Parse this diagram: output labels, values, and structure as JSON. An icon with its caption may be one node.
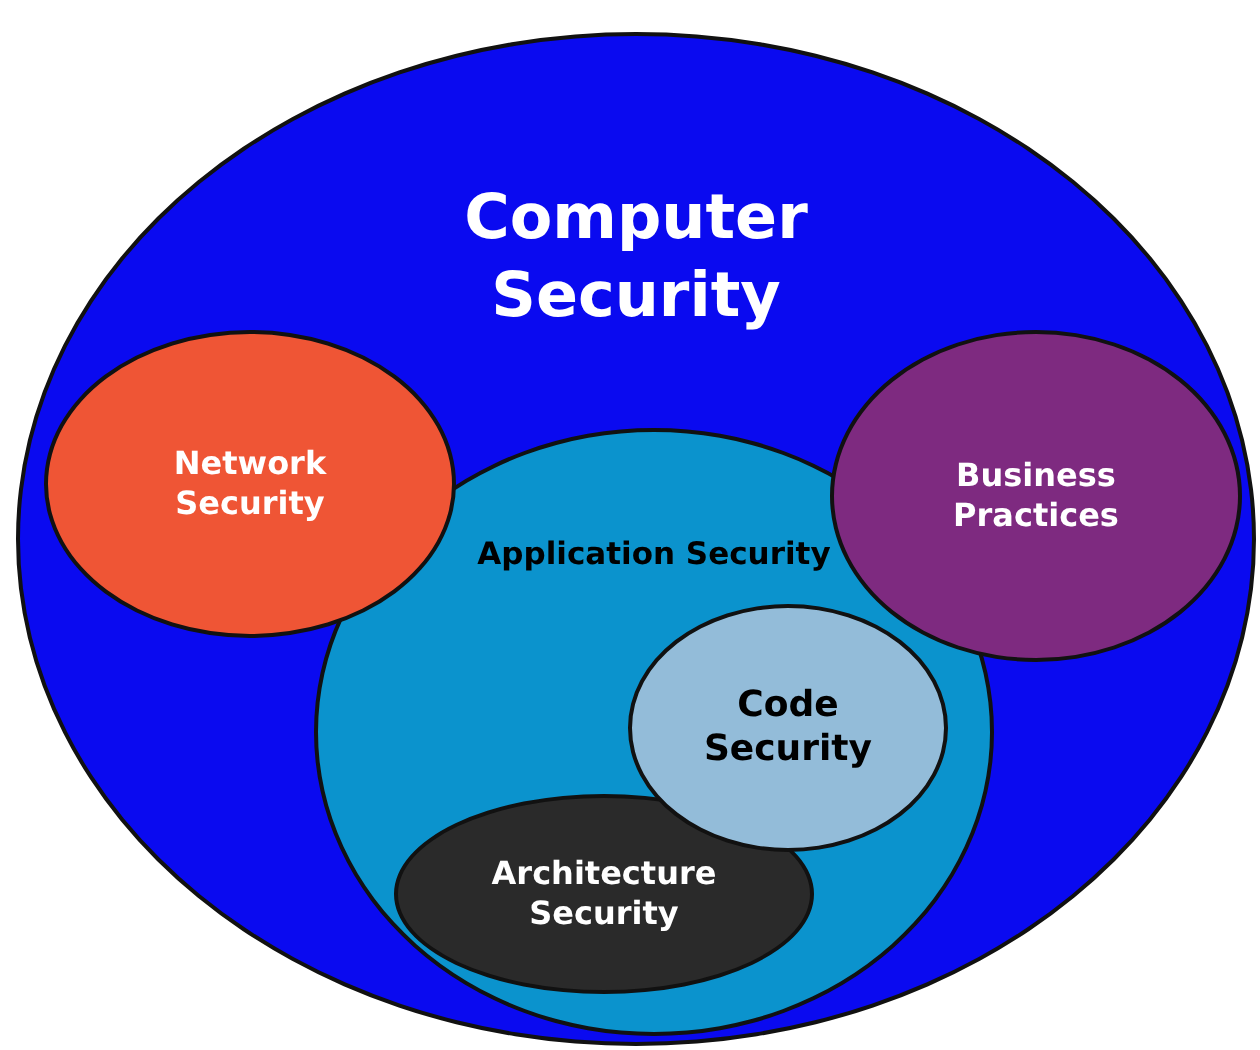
{
  "diagram": {
    "nodes": [
      {
        "text": [
          "Computer Security"
        ]
      },
      {
        "text": [
          "Network Security"
        ],
        "in": 0
      },
      {
        "text": [
          "Business Practices"
        ],
        "in": 0
      },
      {
        "text": [
          "Application Security"
        ],
        "in": 0
      },
      {
        "text": [
          "Code Security"
        ],
        "in": 3
      },
      {
        "text": [
          "Architecture Security"
        ],
        "in": 3
      }
    ]
  }
}
